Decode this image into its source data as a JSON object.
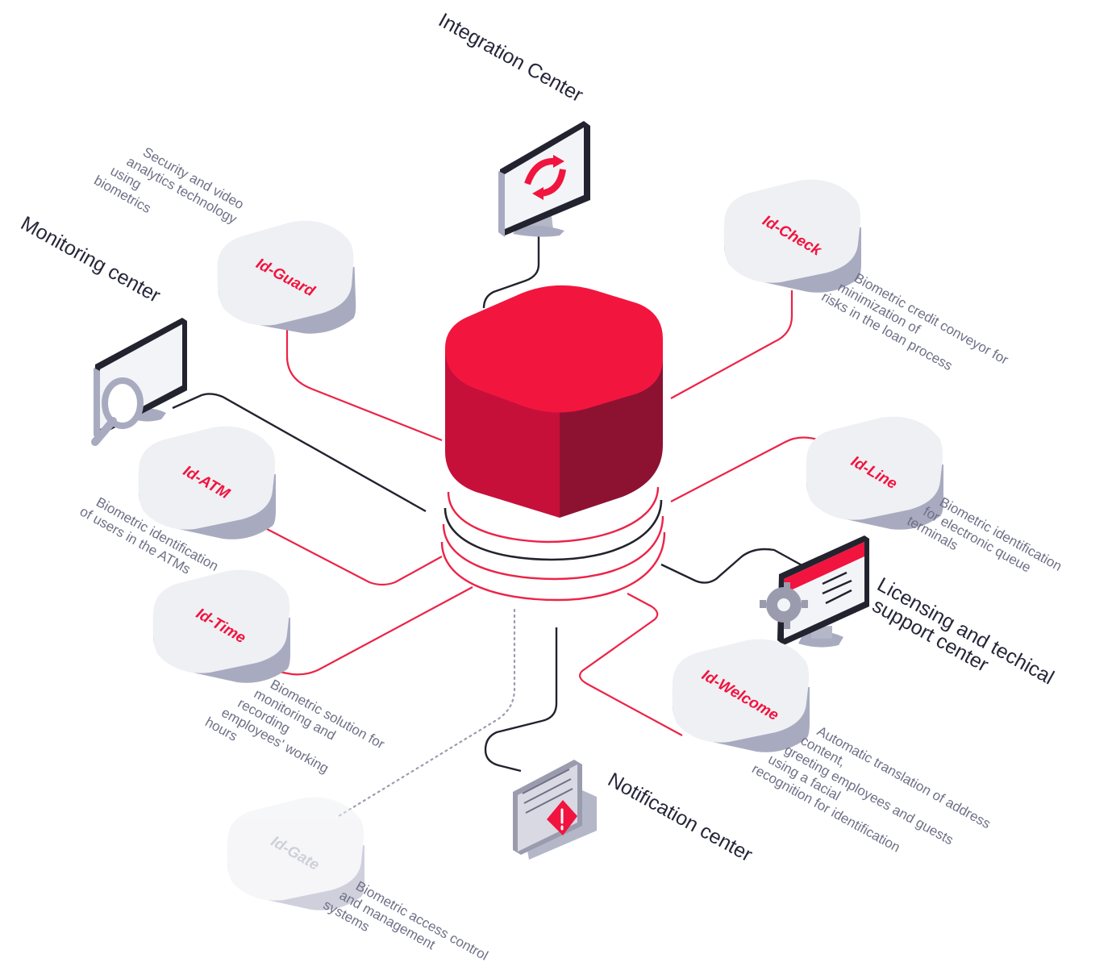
{
  "palette": {
    "accent": "#f0143f",
    "cube_top": "#f2163f",
    "cube_left": "#c6103a",
    "cube_right": "#8d1232",
    "tile_face": "#eff0f3",
    "tile_side": "#a8abc0",
    "wire_dark": "#23232f"
  },
  "hub": {
    "icon": "cube-hub"
  },
  "centers": {
    "integration": {
      "title": "Integration Center",
      "icon": "sync-icon"
    },
    "monitoring": {
      "title": "Monitoring center",
      "icon": "magnifier-icon"
    },
    "licensing": {
      "title_lines": [
        "Licensing and techical",
        "support center"
      ],
      "icon": "gear-icon"
    },
    "notification": {
      "title": "Notification center",
      "icon": "alert-icon"
    }
  },
  "products": {
    "guard": {
      "label": "Id-Guard",
      "desc": [
        "Security and video",
        "analytics technology",
        "using",
        "biometrics"
      ]
    },
    "check": {
      "label": "Id-Check",
      "desc": [
        "Biometric credit conveyor for",
        "minimization of",
        "risks in the loan process"
      ]
    },
    "atm": {
      "label": "Id-ATM",
      "desc": [
        "Biometric identification",
        "of users in the ATMs"
      ]
    },
    "line": {
      "label": "Id-Line",
      "desc": [
        "Biometric identification",
        "for electronic queue",
        "terminals"
      ]
    },
    "time": {
      "label": "Id-Time",
      "desc": [
        "Biometric solution for",
        "monitoring and",
        "recording",
        "employees' working",
        "hours"
      ]
    },
    "welcome": {
      "label": "Id-Welcome",
      "desc": [
        "Automatic translation of address",
        "content,",
        "greeting employees and guests",
        "using a facial",
        "recognition for identification"
      ]
    },
    "gate": {
      "label": "Id-Gate",
      "desc": [
        "Biometric access control",
        "and management",
        "systems"
      ]
    }
  }
}
